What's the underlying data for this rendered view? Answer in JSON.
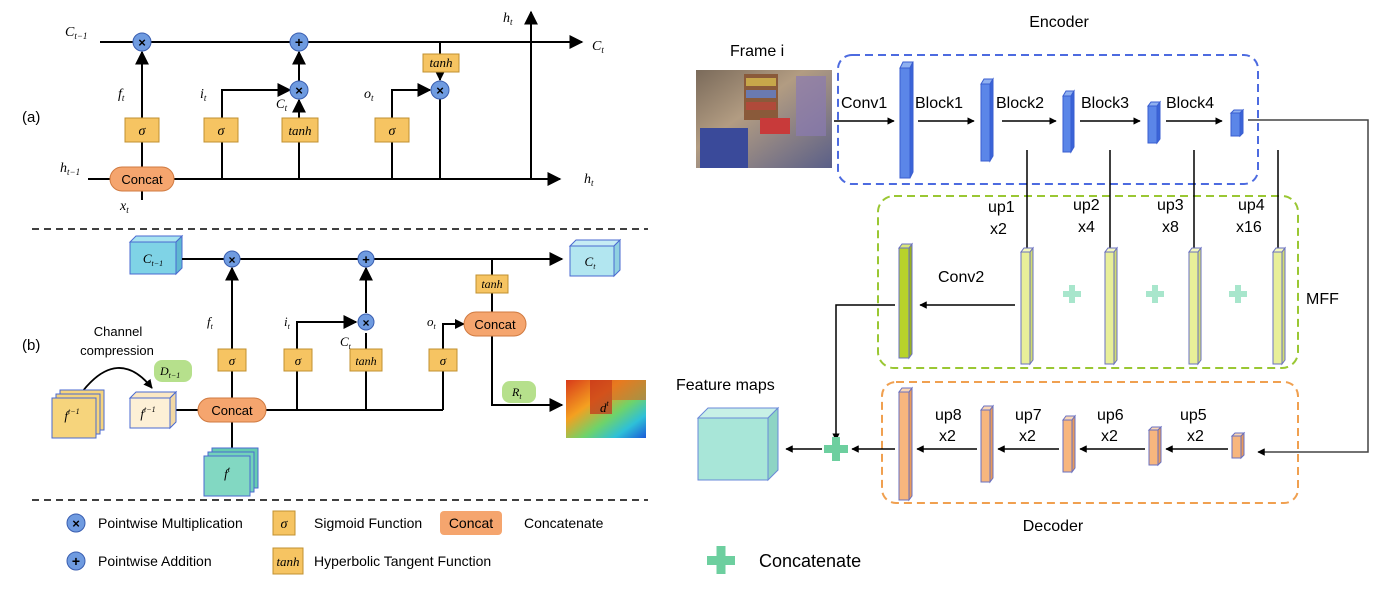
{
  "left": {
    "panel_a": "(a)",
    "panel_b": "(b)",
    "a": {
      "c_prev": "C",
      "c_prev_sub": "t−1",
      "c_out": "C",
      "c_out_sub": "t",
      "h_prev": "h",
      "h_prev_sub": "t−1",
      "h_top": "h",
      "h_top_sub": "t",
      "h_out": "h",
      "h_out_sub": "t",
      "x": "x",
      "x_sub": "t",
      "f": "f",
      "f_sub": "t",
      "i": "i",
      "i_sub": "t",
      "o": "o",
      "o_sub": "t",
      "c_tilde": "C",
      "c_tilde_sub": "t",
      "sigma": "σ",
      "tanh": "tanh",
      "concat": "Concat"
    },
    "b": {
      "c_prev": "C",
      "c_prev_sub": "t−1",
      "c_out": "C",
      "c_out_sub": "t",
      "f": "f",
      "f_sub": "t",
      "i": "i",
      "i_sub": "t",
      "o": "o",
      "o_sub": "t",
      "c_tilde": "C",
      "c_tilde_sub": "t",
      "sigma": "σ",
      "tanh": "tanh",
      "concat_main": "Concat",
      "concat_out": "Concat",
      "channel": "Channel",
      "compression": "compression",
      "d_prev": "D",
      "d_prev_sub": "t−1",
      "r": "R",
      "r_sub": "t",
      "feat_prev_big": "f",
      "feat_prev_big_sup": "t−1",
      "feat_prev_small": "f",
      "feat_prev_small_sup": "t−1",
      "feat_t": "f",
      "feat_t_sup": "t",
      "depth": "d",
      "depth_sup": "t"
    },
    "legend": {
      "mult": "Pointwise Multiplication",
      "add": "Pointwise Addition",
      "sigma_symbol": "σ",
      "sigmoid": "Sigmoid Function",
      "concat_symbol": "Concat",
      "concat": "Concatenate",
      "tanh_symbol": "tanh",
      "tanh": "Hyperbolic Tangent Function"
    }
  },
  "right": {
    "encoder": "Encoder",
    "frame": "Frame i",
    "conv1": "Conv1",
    "block1": "Block1",
    "block2": "Block2",
    "block3": "Block3",
    "block4": "Block4",
    "up1": "up1",
    "up1_scale": "x2",
    "up2": "up2",
    "up2_scale": "x4",
    "up3": "up3",
    "up3_scale": "x8",
    "up4": "up4",
    "up4_scale": "x16",
    "conv2": "Conv2",
    "mff": "MFF",
    "feature_maps": "Feature maps",
    "up8": "up8",
    "up8_scale": "x2",
    "up7": "up7",
    "up7_scale": "x2",
    "up6": "up6",
    "up6_scale": "x2",
    "up5": "up5",
    "up5_scale": "x2",
    "decoder": "Decoder",
    "legend_concat": "Concatenate"
  },
  "colors": {
    "sigma_box": "#f6c462",
    "concat": "#f5a56e",
    "op_circle": "#6f9be0",
    "cube_cyan": "#7fd3e6",
    "encoder_block": "#5b86e8",
    "encoder_border": "#4d6be0",
    "mff_border": "#9ac733",
    "mff_block": "#e8ef99",
    "conv2_block": "#b8d32a",
    "decoder_border": "#f0a050",
    "decoder_block": "#f7b67e",
    "feature_box": "#a8e6d8",
    "plus_green": "#6dcf9f",
    "r_badge": "#b6e08c"
  }
}
